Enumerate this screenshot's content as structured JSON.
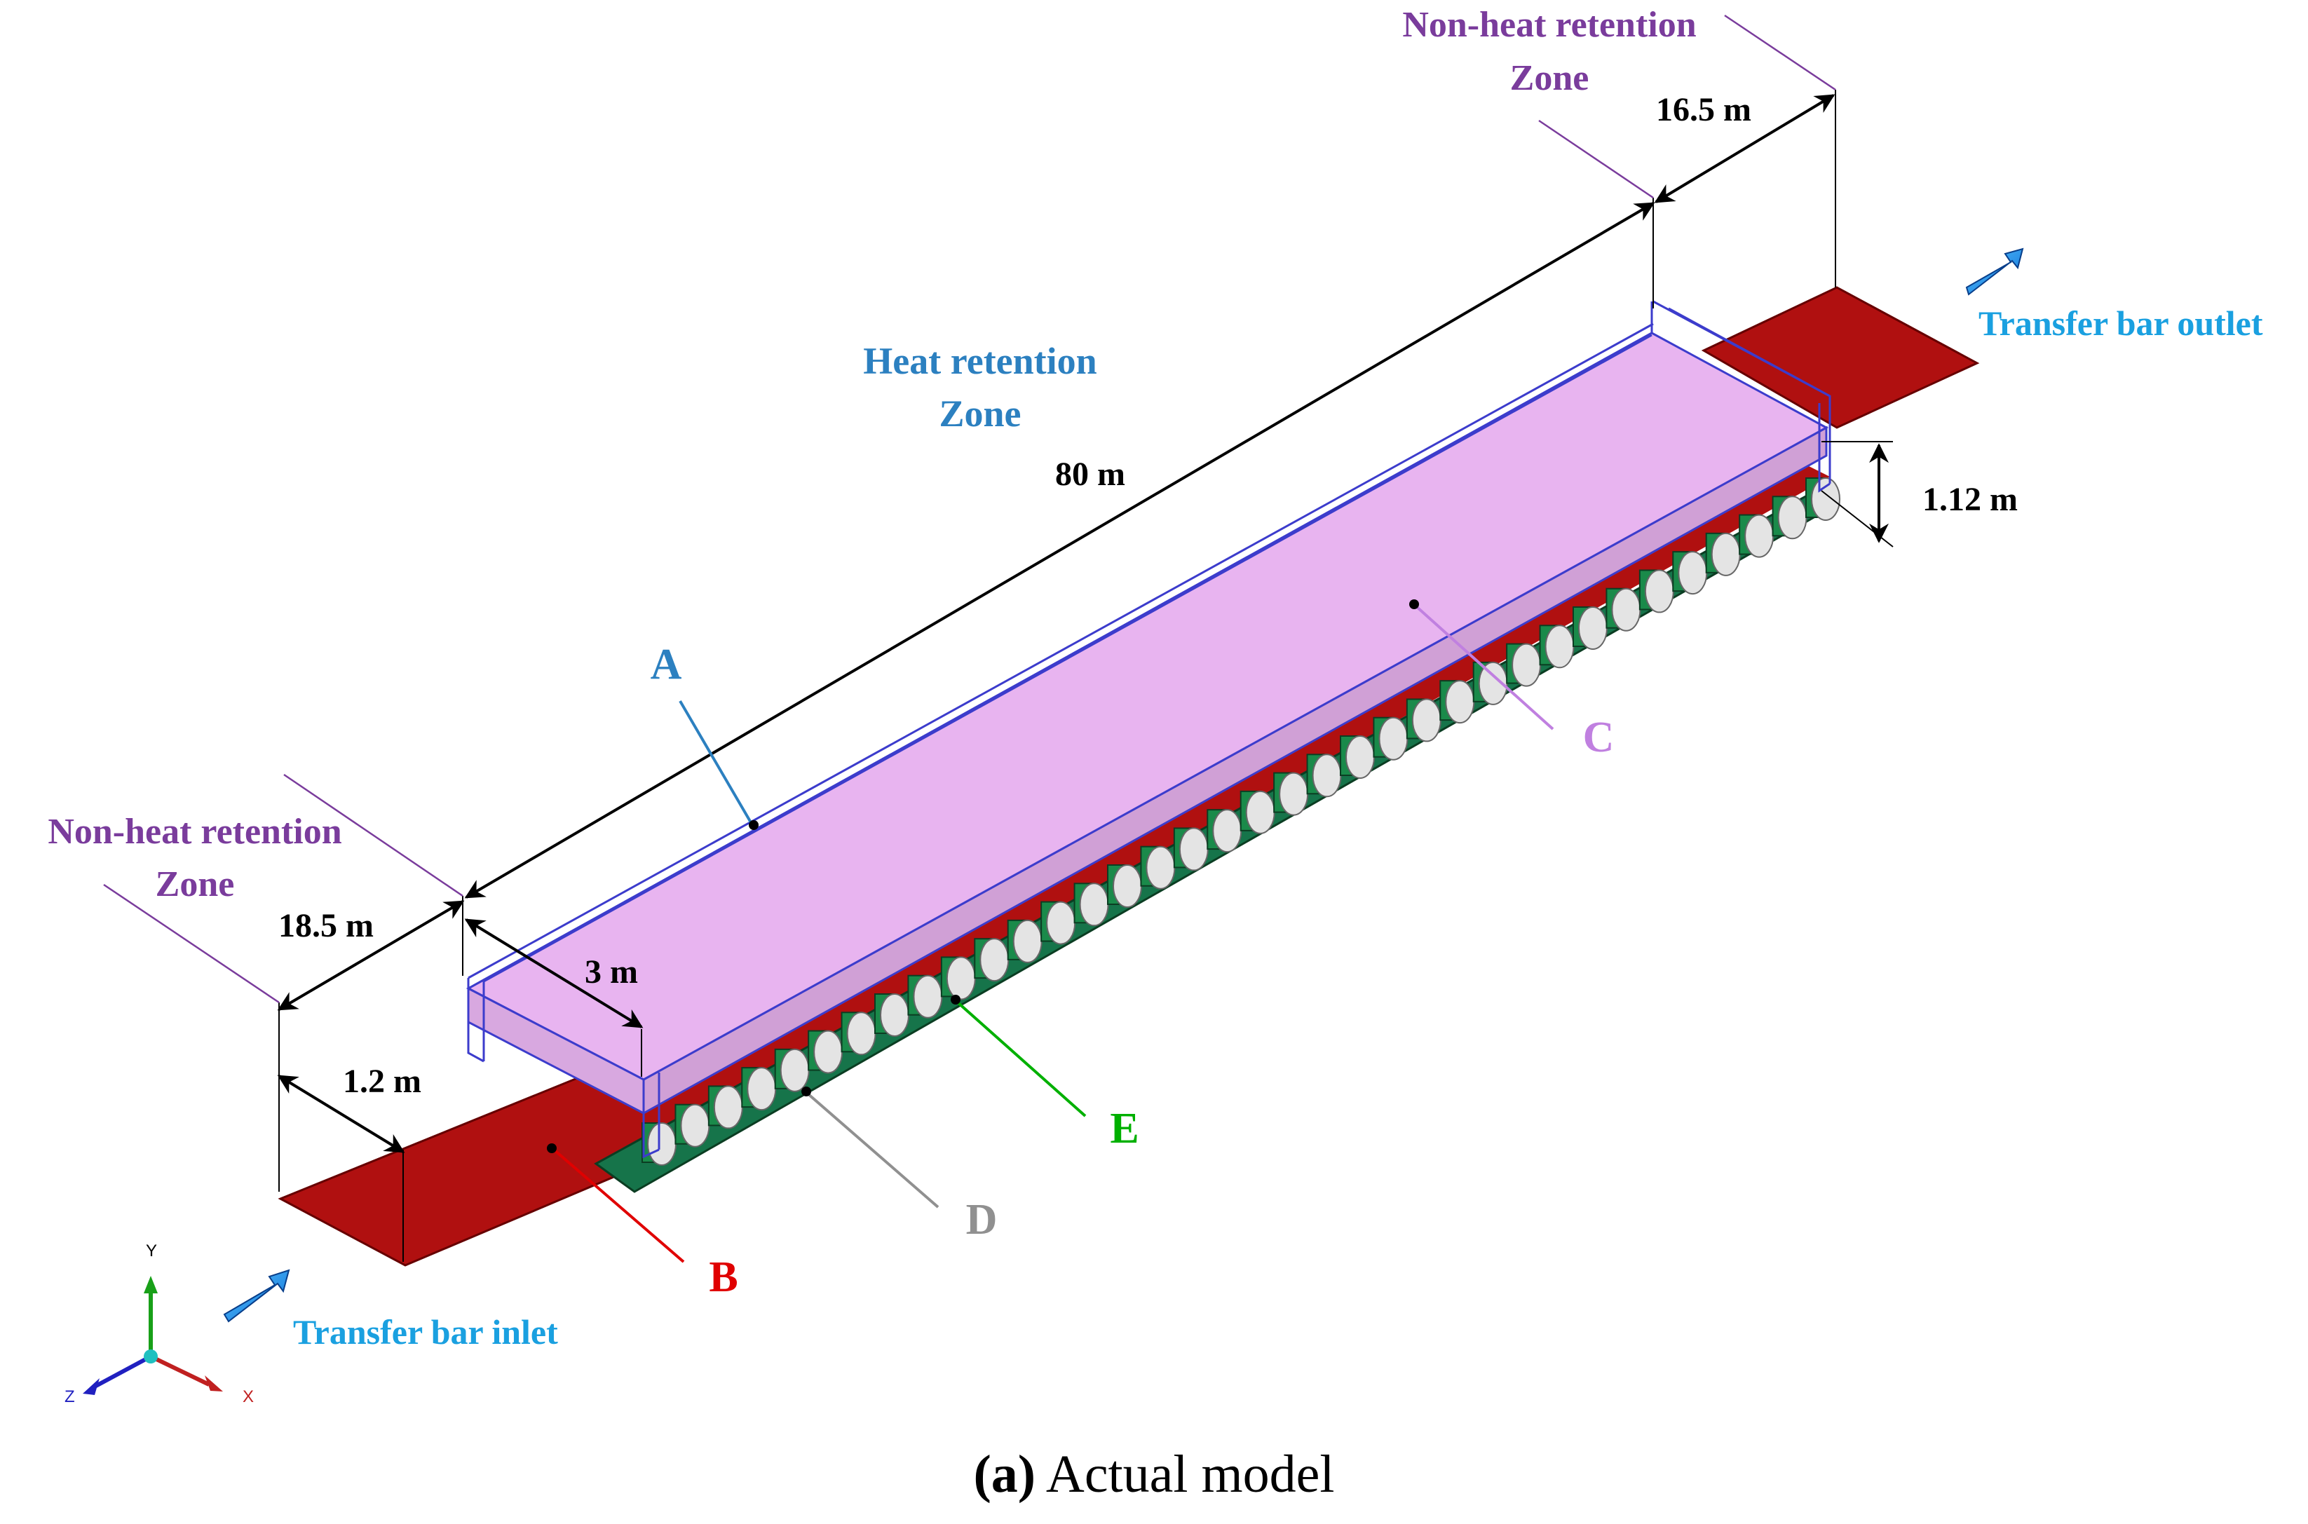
{
  "labels": {
    "non_heat_top_line1": "Non-heat retention",
    "non_heat_top_line2": "Zone",
    "non_heat_left_line1": "Non-heat retention",
    "non_heat_left_line2": "Zone",
    "heat_line1": "Heat retention",
    "heat_line2": "Zone",
    "outlet": "Transfer bar outlet",
    "inlet": "Transfer bar inlet"
  },
  "dimensions": {
    "length_heat": "80 m",
    "length_outlet_zone": "16.5 m",
    "length_inlet_zone": "18.5 m",
    "width_cover": "3 m",
    "width_bar": "1.2 m",
    "height": "1.12 m"
  },
  "parts": {
    "a": "A",
    "b": "B",
    "c": "C",
    "d": "D",
    "e": "E"
  },
  "axes": {
    "x": "X",
    "y": "Y",
    "z": "Z"
  },
  "caption": {
    "tag": "(a)",
    "text": " Actual model"
  },
  "colors": {
    "bar_red": "#b01010",
    "cover_pink": "#e8b4f0",
    "frame_blue": "#3c3ccc",
    "roller_green": "#1a8a4a",
    "roller_grey": "#e4e4e4",
    "label_purple": "#7a3c9c",
    "label_blue": "#2c80c0",
    "label_cyan": "#1aa0e0",
    "label_green": "#00b000",
    "label_red": "#e00000",
    "label_grey": "#909090",
    "label_violet": "#c080e0"
  }
}
